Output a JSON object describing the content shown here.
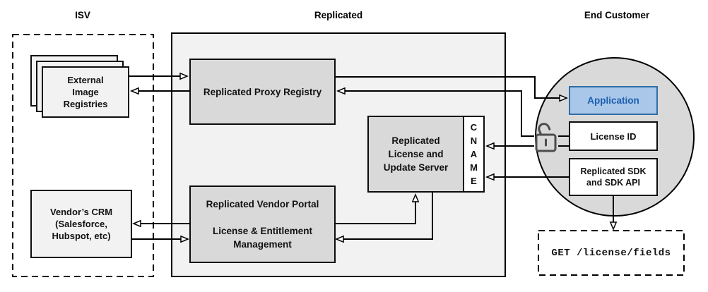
{
  "regions": {
    "isv_label": "ISV",
    "replicated_label": "Replicated",
    "end_customer_label": "End Customer"
  },
  "isv": {
    "external_registries_label": "External\nImage\nRegistries",
    "vendor_crm_label": "Vendor’s CRM\n(Salesforce,\nHubspot, etc)"
  },
  "replicated": {
    "proxy_registry_label": "Replicated Proxy Registry",
    "license_update_server_label": "Replicated\nLicense and\nUpdate Server",
    "cname_label": "C\nN\nA\nM\nE",
    "vendor_portal_label": "Replicated Vendor Portal\n\nLicense & Entitlement\nManagement"
  },
  "end_customer": {
    "application_label": "Application",
    "license_id_label": "License ID",
    "sdk_label": "Replicated SDK\nand SDK API",
    "get_request_label": "GET /license/fields"
  },
  "colors": {
    "container_fill": "#f2f2f2",
    "node_fill": "#d9d9d9",
    "circle_fill": "#d9d9d9",
    "application_fill": "#a9c7e9",
    "application_border": "#2e6da4",
    "application_text": "#1b5fae",
    "line": "#000000",
    "lock_icon": "#4d4d4d"
  }
}
